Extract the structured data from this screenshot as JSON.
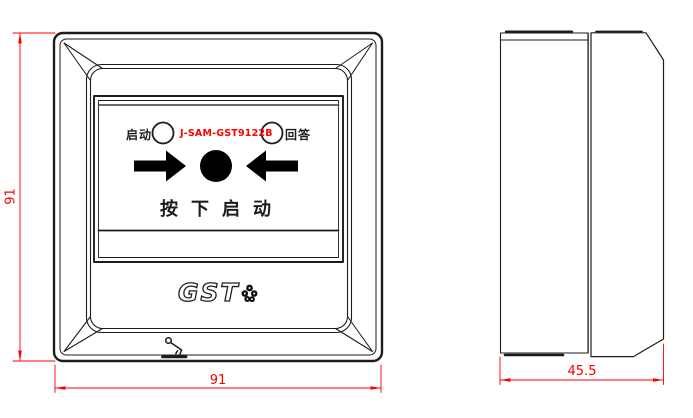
{
  "front_view": {
    "start_led_label": "启动",
    "model_label": "J-SAM-GST9122B",
    "answer_led_label": "回答",
    "press_instruction": "按下启动",
    "logo_text": "GST"
  },
  "dimensions": {
    "front_height_mm": "91",
    "front_width_mm": "91",
    "side_depth_mm": "45.5"
  },
  "colors": {
    "dimension_color": "#FF0000",
    "model_label_color": "#FF0000",
    "line_color": "#1C1C1C",
    "push_button_fill": "#000000"
  },
  "icons": {
    "key_icon": "key",
    "logo_flower_icon": "pixel-flower",
    "left_press_arrow": "arrow-right-solid",
    "right_press_arrow": "arrow-left-solid",
    "start_led": "circle-outline",
    "answer_led": "circle-outline"
  }
}
